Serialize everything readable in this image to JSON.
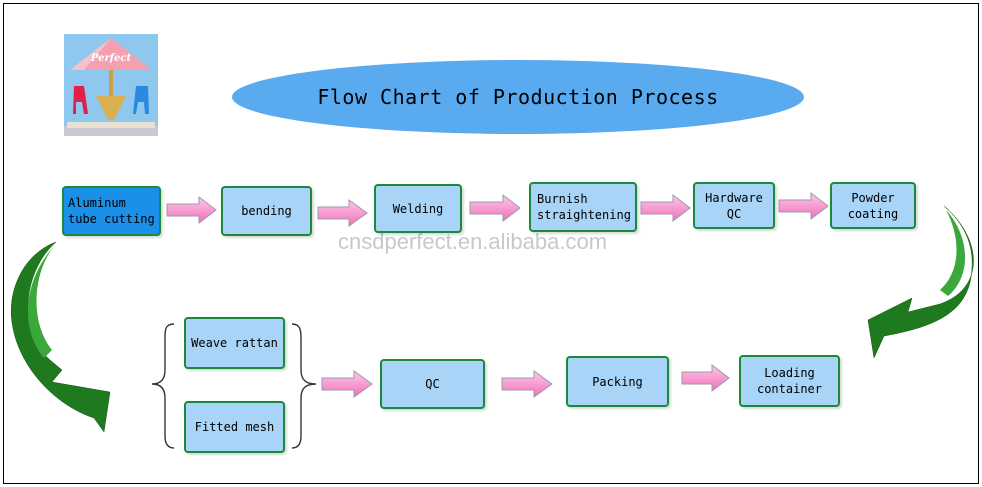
{
  "diagram": {
    "title": "Flow Chart of Production Process",
    "watermark": "cnsdperfect.en.alibaba.com",
    "logo": {
      "text": "Perfect",
      "icon": "umbrella-table-chairs-logo"
    },
    "steps_row1": [
      "Aluminum\ntube cutting",
      "bending",
      "Welding",
      "Burnish\nstraightening",
      "Hardware\nQC",
      "Powder\ncoating"
    ],
    "steps_branch": [
      "Weave rattan",
      "Fitted mesh"
    ],
    "steps_row2": [
      "QC",
      "Packing",
      "Loading\ncontainer"
    ],
    "colors": {
      "title_fill": "#5aaaf0",
      "box_fill": "#a8d4f8",
      "box_highlight": "#1a90e8",
      "box_border": "#1a8a3a",
      "arrow_pink": "#ff9fd0",
      "curve_green": "#1a7a1a"
    }
  }
}
